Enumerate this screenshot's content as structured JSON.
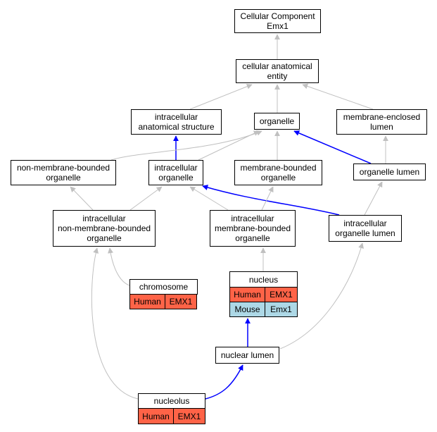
{
  "colors": {
    "default_edge": "#c0c0c0",
    "highlight_edge": "#0000ff",
    "human": "#ff6347",
    "mouse": "#add8e6"
  },
  "nodes": {
    "root": {
      "lines": [
        "Cellular Component",
        "Emx1"
      ]
    },
    "cae": {
      "lines": [
        "cellular anatomical",
        "entity"
      ]
    },
    "ias": {
      "lines": [
        "intracellular",
        "anatomical structure"
      ]
    },
    "org": {
      "lines": [
        "organelle"
      ]
    },
    "mel": {
      "lines": [
        "membrane-enclosed",
        "lumen"
      ]
    },
    "nmbo": {
      "lines": [
        "non-membrane-bounded",
        "organelle"
      ]
    },
    "io": {
      "lines": [
        "intracellular",
        "organelle"
      ]
    },
    "mbo": {
      "lines": [
        "membrane-bounded",
        "organelle"
      ]
    },
    "ol": {
      "lines": [
        "organelle lumen"
      ]
    },
    "inmbo": {
      "lines": [
        "intracellular",
        "non-membrane-bounded",
        "organelle"
      ]
    },
    "imbo": {
      "lines": [
        "intracellular",
        "membrane-bounded",
        "organelle"
      ]
    },
    "iol": {
      "lines": [
        "intracellular",
        "organelle lumen"
      ]
    },
    "chr": {
      "lines": [
        "chromosome"
      ]
    },
    "nuc": {
      "lines": [
        "nucleus"
      ]
    },
    "nl": {
      "lines": [
        "nuclear lumen"
      ]
    },
    "nuo": {
      "lines": [
        "nucleolus"
      ]
    }
  },
  "annotations": {
    "chr": [
      {
        "species": "Human",
        "gene": "EMX1"
      }
    ],
    "nuc": [
      {
        "species": "Human",
        "gene": "EMX1"
      },
      {
        "species": "Mouse",
        "gene": "Emx1"
      }
    ],
    "nuo": [
      {
        "species": "Human",
        "gene": "EMX1"
      }
    ]
  },
  "edges": [
    {
      "from": "cae",
      "to": "root",
      "type": "default"
    },
    {
      "from": "ias",
      "to": "cae",
      "type": "default"
    },
    {
      "from": "org",
      "to": "cae",
      "type": "default"
    },
    {
      "from": "mel",
      "to": "cae",
      "type": "default"
    },
    {
      "from": "io",
      "to": "ias",
      "type": "highlight"
    },
    {
      "from": "nmbo",
      "to": "org",
      "type": "default"
    },
    {
      "from": "io",
      "to": "org",
      "type": "default"
    },
    {
      "from": "mbo",
      "to": "org",
      "type": "default"
    },
    {
      "from": "ol",
      "to": "org",
      "type": "highlight"
    },
    {
      "from": "ol",
      "to": "mel",
      "type": "default"
    },
    {
      "from": "inmbo",
      "to": "nmbo",
      "type": "default"
    },
    {
      "from": "inmbo",
      "to": "io",
      "type": "default"
    },
    {
      "from": "imbo",
      "to": "io",
      "type": "default"
    },
    {
      "from": "iol",
      "to": "io",
      "type": "highlight"
    },
    {
      "from": "imbo",
      "to": "mbo",
      "type": "default"
    },
    {
      "from": "iol",
      "to": "ol",
      "type": "default"
    },
    {
      "from": "chr",
      "to": "inmbo",
      "type": "default"
    },
    {
      "from": "nuc",
      "to": "imbo",
      "type": "default"
    },
    {
      "from": "nl",
      "to": "nuc",
      "type": "highlight"
    },
    {
      "from": "nl",
      "to": "iol",
      "type": "default"
    },
    {
      "from": "nuo",
      "to": "inmbo",
      "type": "default"
    },
    {
      "from": "nuo",
      "to": "nl",
      "type": "highlight"
    }
  ]
}
